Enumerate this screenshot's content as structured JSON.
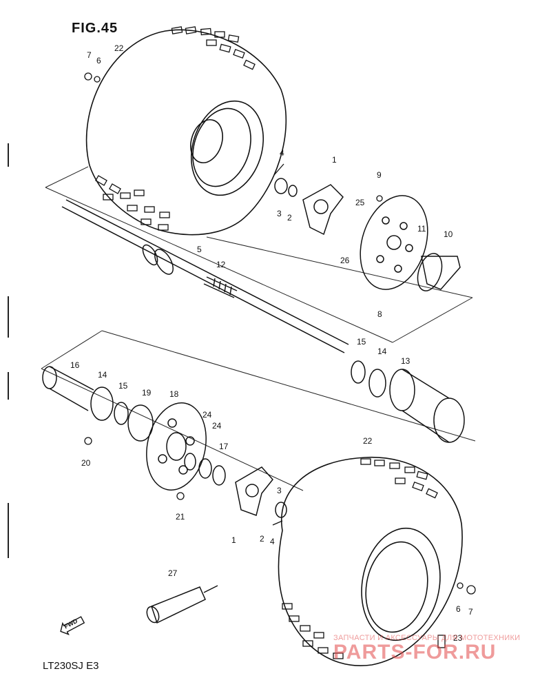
{
  "figure_title": "FIG.45",
  "model_code": "LT230SJ  E3",
  "fwd_label": "FWD",
  "watermark": {
    "line1": "ЗАПЧАСТИ И АКСЕССУАРЫ ДЛЯ МОТОТЕХНИКИ",
    "line2": "PARTS-FOR.RU",
    "color": "#e24a4a"
  },
  "callouts": [
    "22",
    "7",
    "6",
    "4",
    "1",
    "9",
    "3",
    "2",
    "25",
    "26",
    "11",
    "10",
    "5",
    "12",
    "8",
    "15",
    "14",
    "13",
    "16",
    "14",
    "15",
    "19",
    "18",
    "24",
    "24",
    "17",
    "20",
    "21",
    "22",
    "3",
    "2",
    "4",
    "1",
    "27",
    "23",
    "6",
    "7"
  ]
}
